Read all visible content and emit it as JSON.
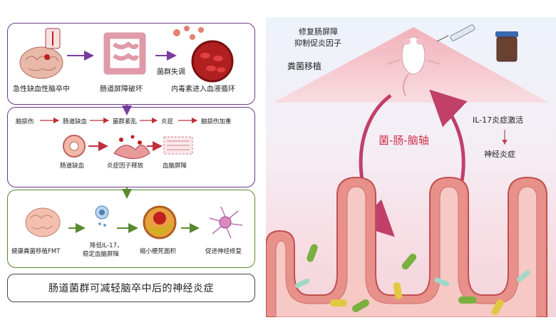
{
  "panel1": {
    "stroke_label": "急性缺血性脑卒中",
    "barrier_label": "肠道屏障破坏",
    "dysbiosis_label": "菌群失调",
    "toxin_label": "内毒素进入血液循环"
  },
  "panel2": {
    "flow": [
      "脑损伤",
      "肠道缺血",
      "菌群紊乱",
      "炎症",
      "脑损伤加重"
    ],
    "ischemia_label": "肠道缺血",
    "cytokine_label": "炎症因子释放",
    "bbb_label": "血脑屏障"
  },
  "panel3": {
    "fmt_label": "健康粪菌移植FMT",
    "il17_line1": "降低IL-17，",
    "il17_line2": "稳定血脑屏障",
    "infarct_label": "缩小梗死面积",
    "repair_label": "促进神经修复"
  },
  "panel4": {
    "summary": "肠道菌群可减轻脑卒中后的神经炎症"
  },
  "right": {
    "top_line1": "修复肠屏障",
    "top_line2": "抑制促炎因子",
    "fmt_text": "粪菌移植",
    "axis_text": "菌-肠-脑轴",
    "il17_text": "IL-17炎症激活",
    "neuro_text": "神经炎症"
  },
  "colors": {
    "purple_border": "#6a3a8a",
    "green_border": "#5a8a30",
    "axis_red": "#d0304a",
    "arrow_purple": "#7a3aa0",
    "arrow_red": "#c0303a"
  },
  "icons": [
    "brain-icon",
    "intestine-icon",
    "bacteria-icon",
    "blood-vessel-icon",
    "neuron-icon",
    "syringe-icon",
    "jar-icon",
    "mouse-icon",
    "immune-cell-icon"
  ]
}
